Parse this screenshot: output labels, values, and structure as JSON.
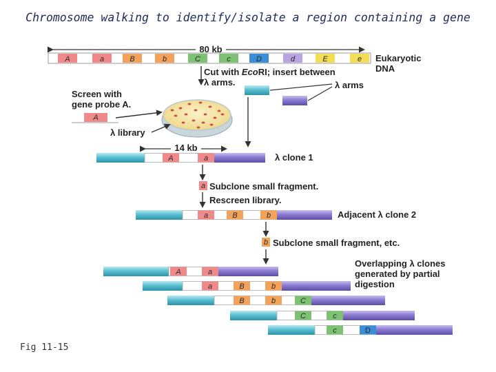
{
  "title": "Chromosome walking to identify/isolate a region containing a gene",
  "caption": "Fig 11-15",
  "dna": {
    "length_label": "80 kb",
    "label_line1": "Eukaryotic",
    "label_line2": "DNA",
    "segments": [
      "A",
      "a",
      "B",
      "b",
      "C",
      "c",
      "D",
      "d",
      "E",
      "e"
    ]
  },
  "steps": {
    "cut_line1_pre": "Cut with ",
    "cut_line1_enzyme": "Eco",
    "cut_line1_post": "RI; insert between",
    "cut_line2": "λ arms.",
    "arms_label": "λ arms",
    "screen_line1": "Screen with",
    "screen_line2": "gene probe A.",
    "probe_label": "A",
    "library_label": "λ library",
    "clone_length": "14 kb",
    "subclone1": "Subclone small fragment.",
    "rescreen": "Rescreen library.",
    "subclone2": "Subclone small fragment, etc.",
    "overlap_line1": "Overlapping λ clones",
    "overlap_line2": "generated by partial",
    "overlap_line3": "digestion"
  },
  "clones": {
    "clone1": {
      "label": "λ clone 1",
      "segments": [
        "A",
        "a"
      ]
    },
    "fragment1": "a",
    "clone2": {
      "label": "Adjacent λ clone 2",
      "segments": [
        "a",
        "B",
        "b"
      ]
    },
    "fragment2": "b",
    "overlapping": [
      [
        "A",
        "a"
      ],
      [
        "a",
        "B",
        "b"
      ],
      [
        "B",
        "b",
        "C"
      ],
      [
        "C",
        "c"
      ],
      [
        "c",
        "D"
      ]
    ]
  },
  "colors": {
    "segment_pink": "#f08a8a",
    "segment_orange": "#f2a25a",
    "segment_green": "#7cc272",
    "segment_blue": "#3a8ed6",
    "segment_purple": "#b9a3e3",
    "segment_yellow": "#f3de55",
    "lambda_arm_teal": "#5bbfd2",
    "lambda_arm_purple": "#8b7bd0",
    "arrow": "#333333"
  }
}
